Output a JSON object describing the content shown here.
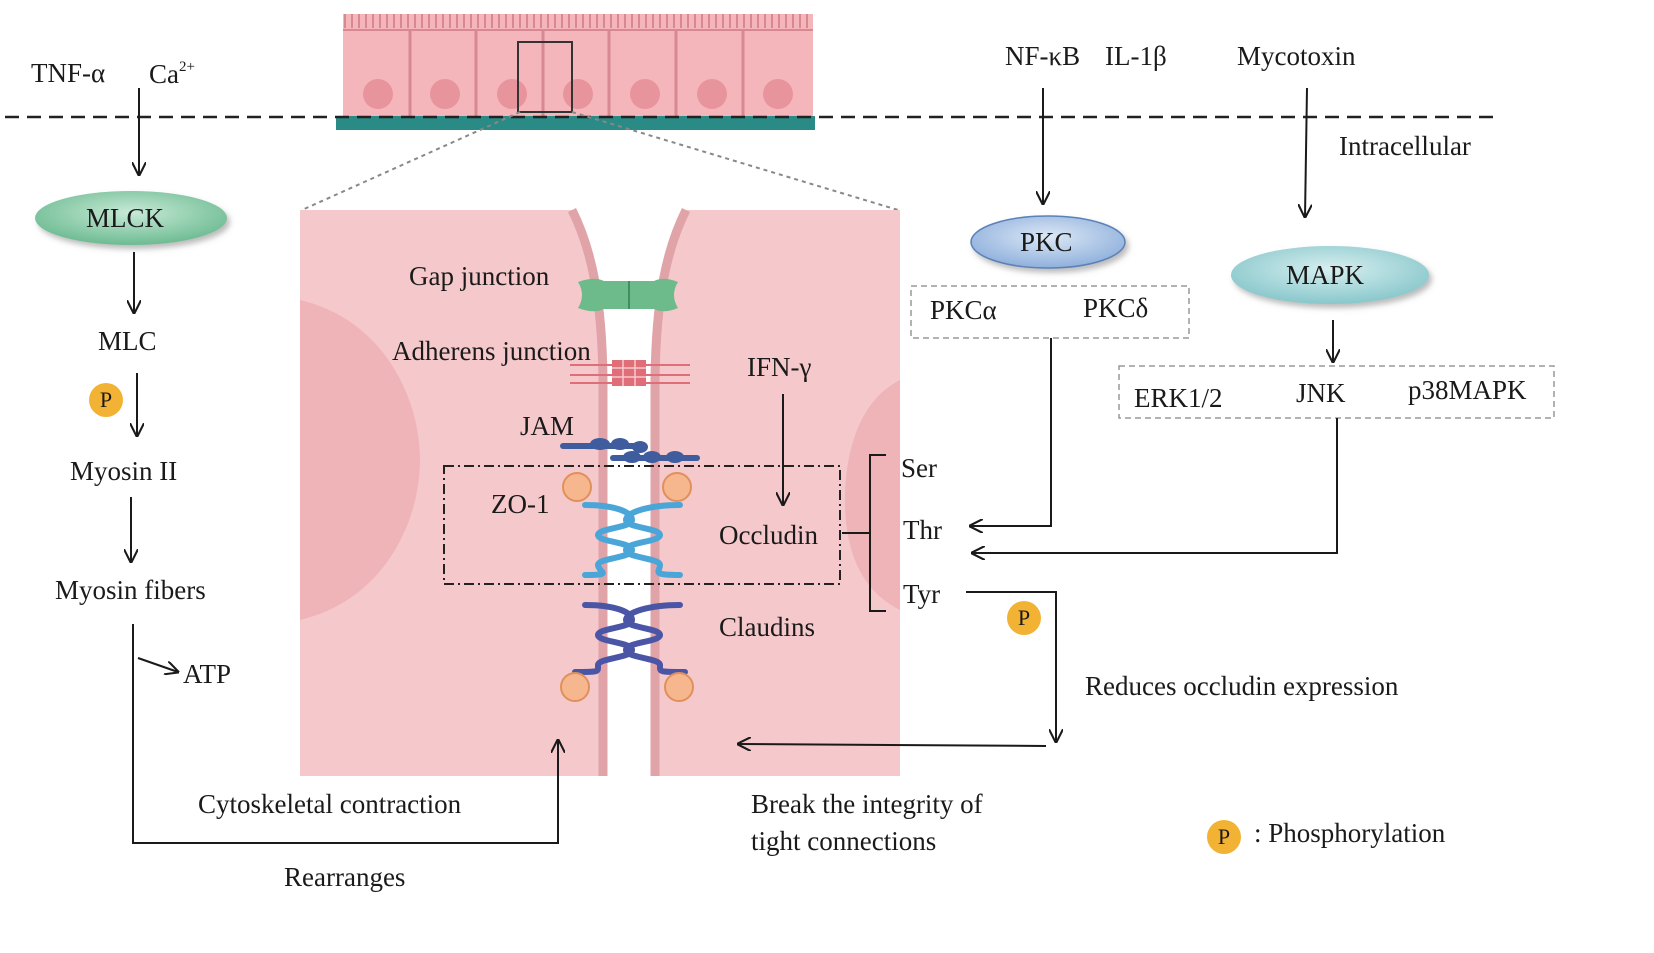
{
  "inputs": {
    "tnf": "TNF-α",
    "ca": "Ca",
    "ca_sup": "2+",
    "nfkb": "NF-κB",
    "il1b": "IL-1β",
    "mycotoxin": "Mycotoxin",
    "ifng": "IFN-γ"
  },
  "region": {
    "intracellular": "Intracellular"
  },
  "left_pathway": {
    "mlck": "MLCK",
    "mlc": "MLC",
    "myosin2": "Myosin II",
    "myosin_fibers": "Myosin fibers",
    "atp": "ATP",
    "cytoskeletal": "Cytoskeletal contraction",
    "rearranges": "Rearranges"
  },
  "junctions": {
    "gap": "Gap junction",
    "adherens": "Adherens junction",
    "jam": "JAM",
    "zo1": "ZO-1",
    "occludin": "Occludin",
    "claudins": "Claudins"
  },
  "pkc_pathway": {
    "pkc": "PKC",
    "pkca": "PKCα",
    "pkcd": "PKCδ"
  },
  "mapk_pathway": {
    "mapk": "MAPK",
    "erk": "ERK1/2",
    "jnk": "JNK",
    "p38": "p38MAPK"
  },
  "residues": {
    "ser": "Ser",
    "thr": "Thr",
    "tyr": "Tyr"
  },
  "outcomes": {
    "reduces": "Reduces occludin expression",
    "break_line1": "Break the integrity of",
    "break_line2": "tight connections"
  },
  "legend": {
    "symbol": "P",
    "text": ": Phosphorylation"
  },
  "colors": {
    "cell_pink": "#f5c9cb",
    "membrane": "#e0a3a8",
    "mlck_green": "#7fc7a2",
    "pkc_blue": "#a8c4e6",
    "mapk_teal": "#9fd3d6",
    "phospho_orange": "#f2b233",
    "basement_teal": "#2a8a86"
  }
}
